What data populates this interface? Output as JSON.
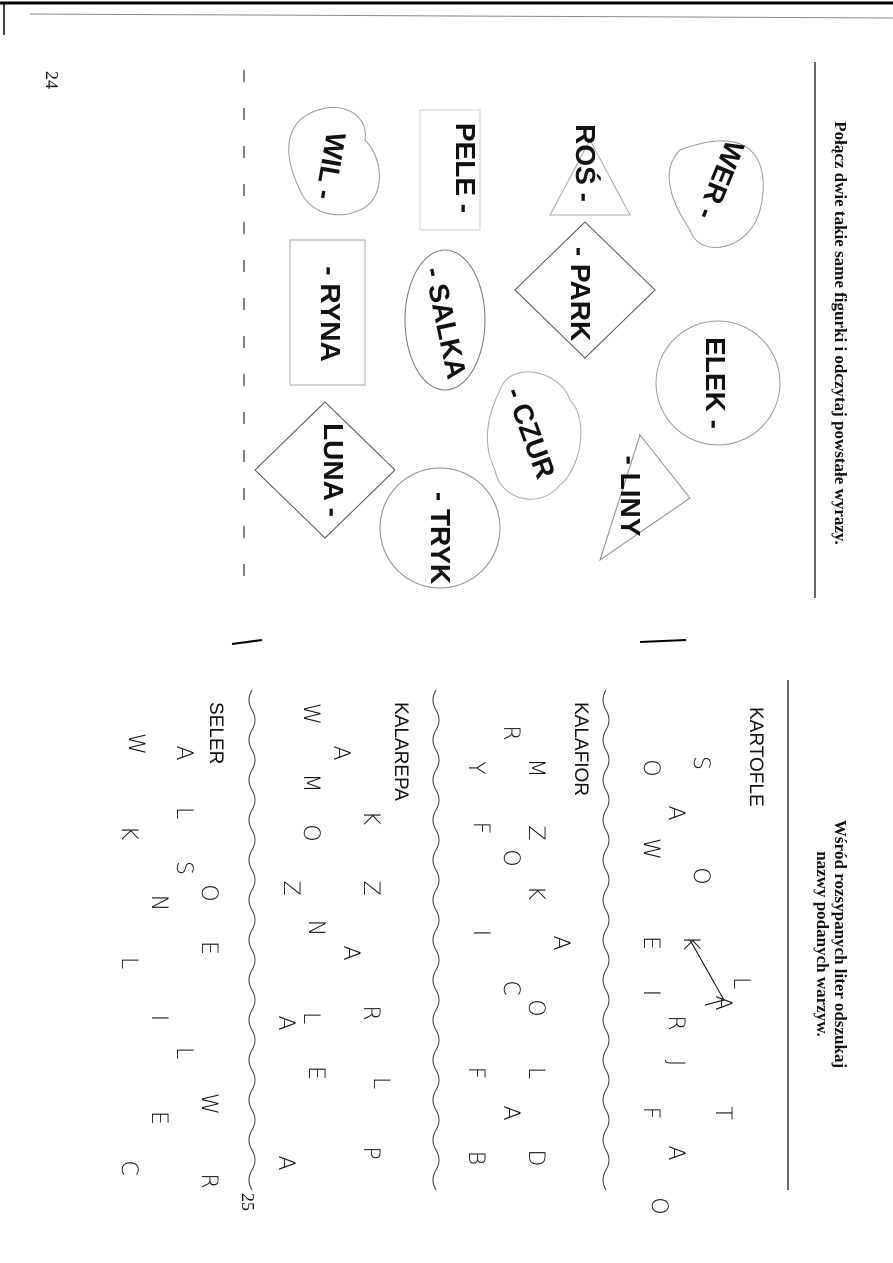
{
  "page_left": {
    "page_number": "24",
    "instruction": "Połącz dwie takie same figurki i odczytaj powstałe wyrazy.",
    "pieces": [
      {
        "text": "WER -",
        "shape": "blob"
      },
      {
        "text": "ELEK -",
        "shape": "circle"
      },
      {
        "text": "ROŚ -",
        "shape": "triangle"
      },
      {
        "text": "- PARK",
        "shape": "diamond"
      },
      {
        "text": "- LINY",
        "shape": "triangle"
      },
      {
        "text": "PELE -",
        "shape": "square"
      },
      {
        "text": "- SALKA",
        "shape": "oval"
      },
      {
        "text": "- CZUR",
        "shape": "cloud"
      },
      {
        "text": "- TRYK",
        "shape": "circle"
      },
      {
        "text": "WIL -",
        "shape": "heart"
      },
      {
        "text": "- RYNA",
        "shape": "square"
      },
      {
        "text": "LUNA -",
        "shape": "diamond"
      }
    ]
  },
  "page_right": {
    "page_number": "25",
    "instruction_line1": "Wśród rozsypanych liter odszukaj",
    "instruction_line2": "nazwy podanych warzyw.",
    "sections": [
      {
        "name": "KARTOFLE",
        "rows": [
          [
            "S",
            "L",
            "T"
          ],
          [
            "A",
            "O",
            "K",
            "A",
            "J",
            "A"
          ],
          [
            "O",
            "W",
            "E",
            "I",
            "R",
            "F",
            "O"
          ]
        ]
      },
      {
        "name": "KALAFIOR",
        "rows": [
          [
            "M",
            "Z",
            "K",
            "A",
            "O",
            "L",
            "D"
          ],
          [
            "R",
            "O",
            "C",
            "A",
            "B"
          ],
          [
            "Y",
            "F",
            "I",
            "F"
          ]
        ]
      },
      {
        "name": "KALAREPA",
        "rows": [
          [
            "K",
            "Z",
            "R",
            "L",
            "P"
          ],
          [
            "A",
            "O",
            "Z",
            "A",
            "E",
            "A"
          ],
          [
            "W",
            "M",
            "N",
            "L",
            "A"
          ]
        ]
      },
      {
        "name": "SELER",
        "rows": [
          [
            "O",
            "E",
            "W",
            "R"
          ],
          [
            "A",
            "L",
            "S",
            "N",
            "I",
            "L",
            "E"
          ],
          [
            "W",
            "K",
            "L",
            "C"
          ]
        ]
      }
    ]
  }
}
